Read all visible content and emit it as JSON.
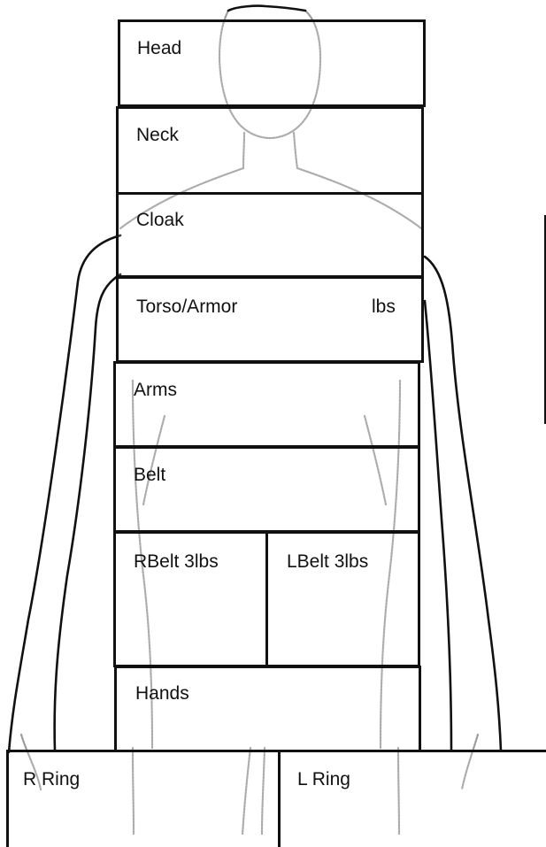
{
  "sheet": {
    "slots": {
      "head": "Head",
      "neck": "Neck",
      "cloak": "Cloak",
      "torso": "Torso/Armor",
      "torso_unit": "lbs",
      "arms": "Arms",
      "belt": "Belt",
      "rbelt": "RBelt 3lbs",
      "lbelt": "LBelt 3lbs",
      "hands": "Hands",
      "rring": "R Ring",
      "lring": "L Ring"
    }
  }
}
